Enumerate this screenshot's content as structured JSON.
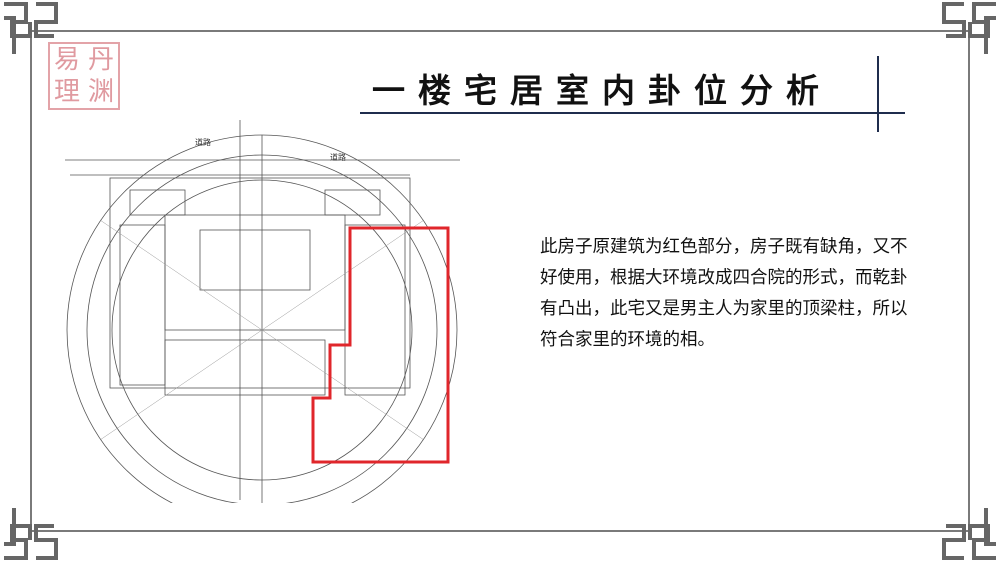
{
  "slide": {
    "title": "一楼宅居室内卦位分析",
    "logo_seal": [
      "易",
      "丹",
      "理",
      "渊"
    ],
    "description": "此房子原建筑为红色部分，房子既有缺角，又不好使用，根据大环境改成四合院的形式，而乾卦有凸出，此宅又是男主人为家里的顶梁柱，所以符合家里的环境的相。",
    "plan": {
      "road_label_1": "道路",
      "road_label_2": "道路",
      "highlight_color": "#e0262b"
    }
  }
}
